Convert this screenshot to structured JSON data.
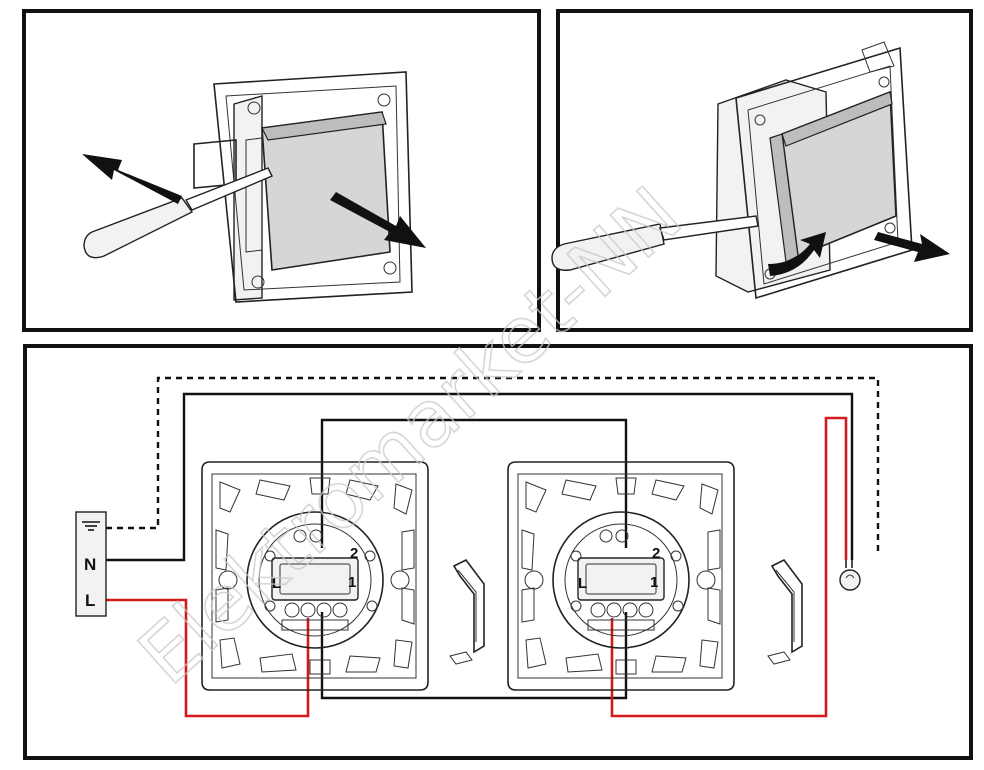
{
  "watermark": {
    "text": "Elektromarket-NN"
  },
  "wiring": {
    "supply_labels": {
      "neutral": "N",
      "live": "L"
    },
    "switch_terminals": {
      "left": "L",
      "one": "1",
      "two": "2"
    }
  },
  "colors": {
    "live_wire": "#d21a1a",
    "wire": "#111111",
    "frame": "#111111",
    "switch_key": "#d6d6d6"
  },
  "icons": {
    "removal_arrow": "arrow-icon",
    "tool": "screwdriver-icon",
    "lamp": "lamp-icon",
    "ground": "ground-icon"
  }
}
